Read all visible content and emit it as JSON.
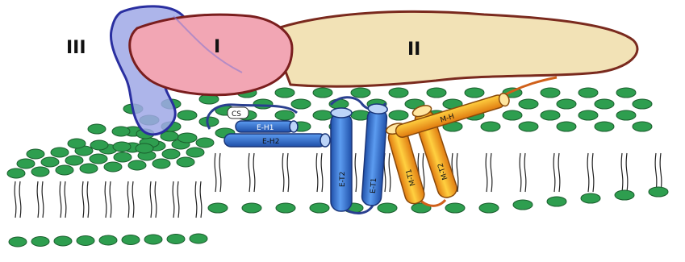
{
  "labels": {
    "domain_I": "I",
    "domain_II": "II",
    "domain_III": "III",
    "cs": "CS",
    "eh1": "E-H1",
    "eh2": "E-H2",
    "et1": "E-T1",
    "et2": "E-T2",
    "mh": "M-H",
    "mt1": "M-T1",
    "mt2": "M-T2"
  },
  "colors": {
    "domain_I_fill": "#f2a6b4",
    "domain_I_stroke": "#7a1e1e",
    "domain_II_fill": "#f2e2b6",
    "domain_II_stroke": "#7a2a1e",
    "domain_III_fill": "#9fa8e6",
    "domain_III_stroke": "#2a2fa0",
    "lipid_head": "#2e9e4f",
    "lipid_head_stroke": "#1b5e2e",
    "e_helix": "#3f7fd6",
    "m_helix": "#f0a020"
  }
}
